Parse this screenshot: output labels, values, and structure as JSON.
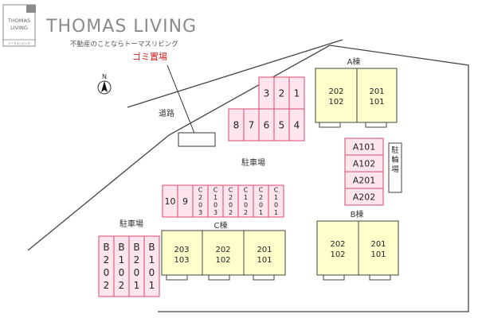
{
  "brand": {
    "logo_line1": "THOMAS",
    "logo_line2": "LIVING",
    "logo_small": "トーマスリビング",
    "name": "THOMAS LIVING",
    "tagline": "不動産のことならトーマスリビング"
  },
  "compass": {
    "north": "N"
  },
  "labels": {
    "garbage": "ゴミ置場",
    "road": "道路",
    "parking_main": "駐車場",
    "parking_left": "駐車場",
    "bicycle": "駐輪場"
  },
  "buildings": {
    "a": {
      "name": "A棟",
      "units": [
        {
          "top": "202",
          "bottom": "102"
        },
        {
          "top": "201",
          "bottom": "101"
        }
      ]
    },
    "b": {
      "name": "B棟",
      "units": [
        {
          "top": "202",
          "bottom": "102"
        },
        {
          "top": "201",
          "bottom": "101"
        }
      ]
    },
    "c": {
      "name": "C棟",
      "units": [
        {
          "top": "203",
          "bottom": "103"
        },
        {
          "top": "202",
          "bottom": "102"
        },
        {
          "top": "201",
          "bottom": "101"
        }
      ]
    }
  },
  "parking": {
    "top_row": [
      "3",
      "2",
      "1"
    ],
    "bottom_row": [
      "8",
      "7",
      "6",
      "5",
      "4"
    ],
    "a_slots": [
      "A101",
      "A102",
      "A201",
      "A202"
    ],
    "c_slots": [
      "10",
      "9",
      "C203",
      "C103",
      "C202",
      "C102",
      "C201",
      "C101"
    ],
    "b_slots": [
      "B202",
      "B102",
      "B201",
      "B101"
    ]
  },
  "colors": {
    "parking_fill": "#ffe6ee",
    "parking_stroke": "#d94a6a",
    "building_fill": "#ffffcc",
    "site_stroke": "#444444",
    "garbage_label": "#cc1f1f"
  }
}
